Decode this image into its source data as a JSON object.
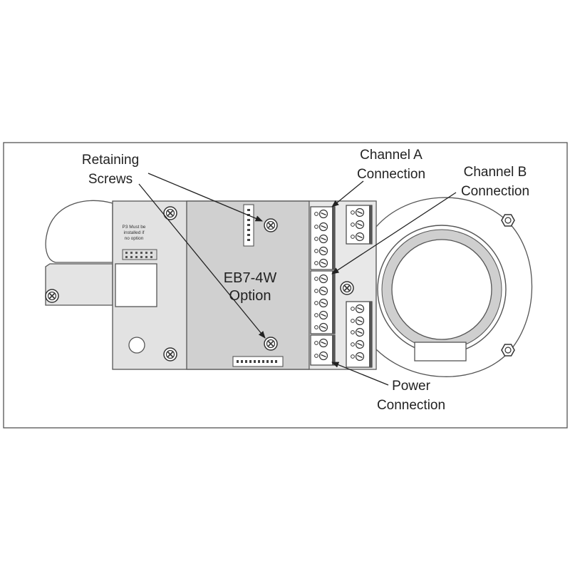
{
  "labels": {
    "retaining_screws": [
      "Retaining",
      "Screws"
    ],
    "channel_a": [
      "Channel A",
      "Connection"
    ],
    "channel_b": [
      "Channel B",
      "Connection"
    ],
    "power": [
      "Power",
      "Connection"
    ],
    "option": [
      "EB7-4W",
      "Option"
    ],
    "jumper_note": [
      "P3 Must be",
      "installed if",
      "no option"
    ]
  }
}
